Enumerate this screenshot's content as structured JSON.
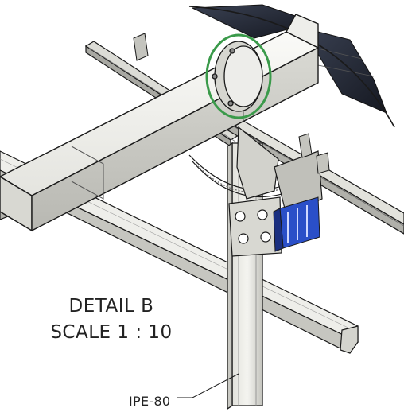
{
  "detail": {
    "title": "DETAIL B",
    "scale": "SCALE 1 : 10"
  },
  "callouts": {
    "post_profile": "IPE-80"
  },
  "colors": {
    "steel_light": "#f1f1ee",
    "steel_shade": "#c9c9c4",
    "steel_dark": "#8d8d88",
    "outline": "#1a1a1a",
    "solar_panel": "#23283a",
    "actuator_blue": "#2a4fc8",
    "clamp_ring_green": "#3a9a4a"
  }
}
